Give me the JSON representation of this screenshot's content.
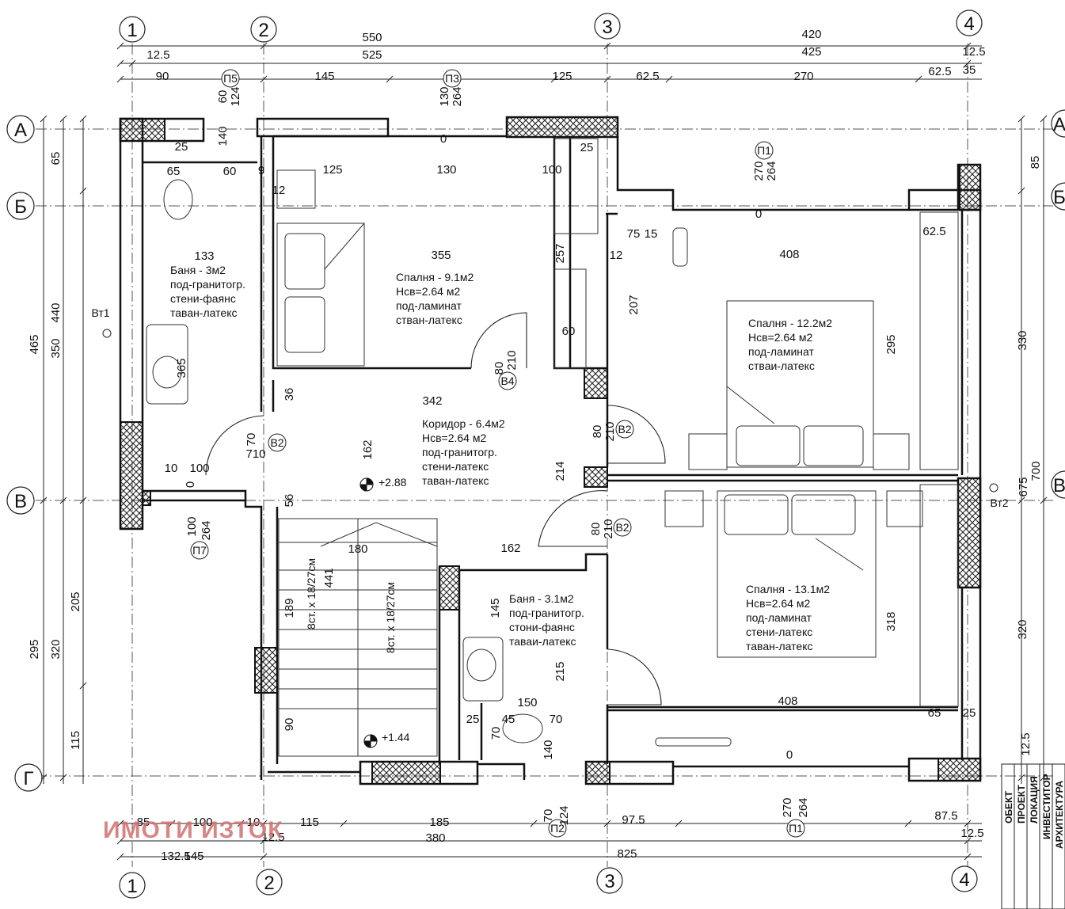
{
  "axes": {
    "columns": [
      "1",
      "2",
      "3",
      "4"
    ],
    "rows": [
      "А",
      "Б",
      "В",
      "Г"
    ]
  },
  "dimensions_top": [
    "550",
    "420",
    "12.5",
    "525",
    "425",
    "12.5",
    "90",
    "145",
    "125",
    "62.5",
    "270",
    "62.5",
    "35"
  ],
  "dimensions_bottom": [
    "85",
    "100",
    "10",
    "115",
    "185",
    "97.5",
    "87.5",
    "132.5",
    "12.5",
    "380",
    "12.5",
    "145",
    "825"
  ],
  "dimensions_left": [
    "465",
    "440",
    "65",
    "350",
    "205",
    "320",
    "295",
    "115"
  ],
  "dimensions_right": [
    "85",
    "330",
    "700",
    "675",
    "320",
    "12.5"
  ],
  "dimensions_inner": [
    "60",
    "124",
    "130",
    "264",
    "140",
    "25",
    "65",
    "60",
    "9",
    "125",
    "130",
    "100",
    "12",
    "270",
    "264",
    "0",
    "0",
    "25",
    "133",
    "355",
    "257",
    "75",
    "15",
    "12",
    "408",
    "62.5",
    "207",
    "295",
    "365",
    "60",
    "80",
    "210",
    "36",
    "342",
    "70",
    "710",
    "162",
    "80",
    "210",
    "214",
    "10",
    "100",
    "0",
    "56",
    "80",
    "210",
    "100",
    "264",
    "180",
    "162",
    "189",
    "441",
    "145",
    "318",
    "215",
    "150",
    "408",
    "90",
    "25",
    "45",
    "70",
    "65",
    "25",
    "70",
    "140",
    "70",
    "124",
    "270",
    "264",
    "0"
  ],
  "openings": [
    "П5",
    "П3",
    "П1",
    "В4",
    "В2",
    "В2",
    "В2",
    "П7",
    "П2",
    "П1"
  ],
  "markers": [
    "Вт1",
    "Вт2"
  ],
  "levels": [
    "+2.88",
    "+1.44"
  ],
  "stairs": [
    "8ст. х 18/27см",
    "8ст. х 18/27см"
  ],
  "rooms": [
    {
      "lines": [
        "Баня - 3м2",
        "под-гранитогр.",
        "стени-фаянс",
        "таван-латекс"
      ]
    },
    {
      "lines": [
        "Спалня - 9.1м2",
        "Нсв=2.64 м2",
        "под-ламинат",
        "стван-латекс"
      ]
    },
    {
      "lines": [
        "Спалня - 12.2м2",
        "Нсв=2.64 м2",
        "под-ламинат",
        "стваи-латекс"
      ]
    },
    {
      "lines": [
        "Коридор - 6.4м2",
        "Нсв=2.64 м2",
        "под-гранитогр.",
        "стени-латекс",
        "таван-латекс"
      ]
    },
    {
      "lines": [
        "Баня - 3.1м2",
        "под-гранитогр.",
        "стони-фаянс",
        "таваи-латекс"
      ]
    },
    {
      "lines": [
        "Спалня - 13.1м2",
        "Нсв=2.64 м2",
        "под-ламинат",
        "стени-латекс",
        "таван-латекс"
      ]
    }
  ],
  "watermark": "ИМОТИ ИЗТОК",
  "title_block": [
    "ОБЕКТ",
    "ПРОЕКТ",
    "ЛОКАЦИЯ",
    "ИНВЕСТИТОР",
    "АРХИТЕКТУРА"
  ]
}
